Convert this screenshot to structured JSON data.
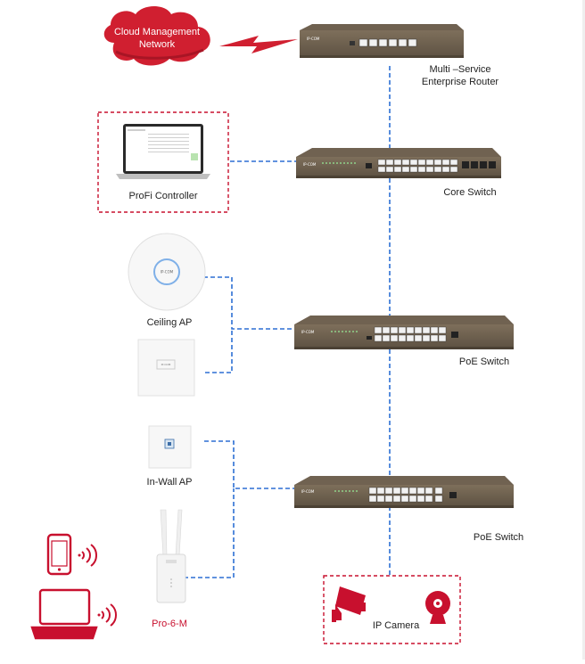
{
  "colors": {
    "accent": "#c8102e",
    "link": "#2d6fd4",
    "switch_body": "#6f6150",
    "switch_front": "#8a7b66"
  },
  "cloud": {
    "line1": "Cloud Management",
    "line2": "Network",
    "icon": "cloud-icon"
  },
  "nodes": {
    "router": {
      "label_line1": "Multi –Service",
      "label_line2": "Enterprise Router"
    },
    "core_switch": {
      "label": "Core Switch"
    },
    "poe_switch_1": {
      "label": "PoE Switch"
    },
    "poe_switch_2": {
      "label": "PoE Switch"
    },
    "controller": {
      "label": "ProFi Controller",
      "icon": "laptop-icon"
    },
    "ceiling_ap": {
      "label": "Ceiling AP",
      "icon": "ceiling-ap-icon"
    },
    "in_wall_ap": {
      "label": "In-Wall AP",
      "icon": "in-wall-ap-icon"
    },
    "outdoor_ap": {
      "label": "Pro-6-M",
      "icon": "outdoor-ap-icon"
    },
    "camera": {
      "label": "IP Camera",
      "icon": "ip-camera-icon"
    }
  },
  "clients": {
    "phone_icon": "smartphone-icon",
    "laptop_icon": "laptop-client-icon",
    "signal_icon": "wifi-signal-icon"
  }
}
